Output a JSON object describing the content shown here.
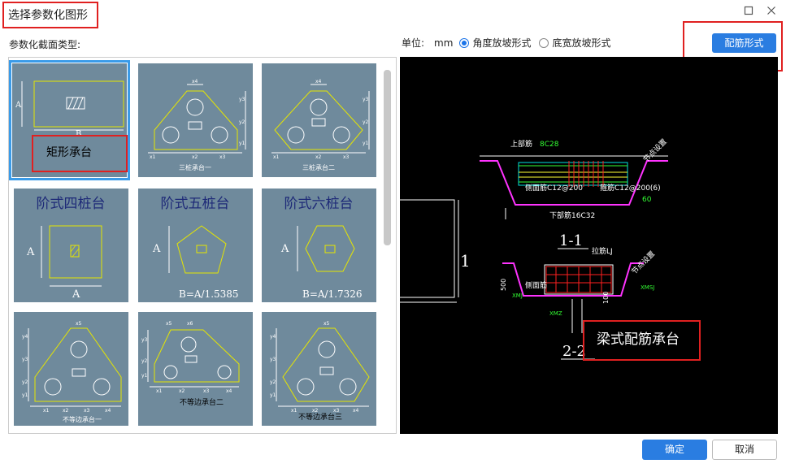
{
  "window": {
    "title": "选择参数化图形",
    "restore_icon": "restore-icon",
    "close_icon": "close-icon"
  },
  "section_label": "参数化截面类型:",
  "units": {
    "label": "单位:",
    "value": "mm",
    "options": [
      {
        "label": "角度放坡形式",
        "selected": true
      },
      {
        "label": "底宽放坡形式",
        "selected": false
      }
    ]
  },
  "rebar_button": "配筋形式",
  "tiles": [
    {
      "name": "矩形承台",
      "selected": true,
      "labels": [
        "A",
        "B"
      ]
    },
    {
      "name": "三桩承台一",
      "labels": [
        "x4",
        "y3",
        "y2",
        "y1",
        "x1",
        "x2",
        "x3"
      ]
    },
    {
      "name": "三桩承台二",
      "labels": [
        "x4",
        "y3",
        "y2",
        "y1",
        "x1",
        "x2",
        "x3"
      ]
    },
    {
      "name": "阶式四桩台",
      "labels": [
        "A",
        "A"
      ]
    },
    {
      "name": "阶式五桩台",
      "labels": [
        "A",
        "B=A/1.5385"
      ]
    },
    {
      "name": "阶式六桩台",
      "labels": [
        "A",
        "B=A/1.7326"
      ]
    },
    {
      "name": "不等边承台一",
      "labels": [
        "x5",
        "y4",
        "y3",
        "y2",
        "y1",
        "x1",
        "x2",
        "x3",
        "x4"
      ]
    },
    {
      "name": "不等边承台二",
      "labels": [
        "x5",
        "x6",
        "y3",
        "y2",
        "y1",
        "x1",
        "x2",
        "x3",
        "x4"
      ]
    },
    {
      "name": "不等边承台三",
      "labels": [
        "x5",
        "y4",
        "y3",
        "y2",
        "y1",
        "x1",
        "x2",
        "x3",
        "x4"
      ]
    }
  ],
  "preview": {
    "section1": {
      "title": "1-1",
      "top_bar": "上部筋",
      "top_spec": "8C28",
      "side_bar": "侧面筋C12@200",
      "stirrup": "箍筋C12@200(6)",
      "bottom_bar": "下部筋16C32",
      "tag": "节点设置",
      "angle": "60"
    },
    "section2": {
      "title": "2-2",
      "tie": "拉筋LJ",
      "side_bar": "侧面筋",
      "left_tag": "XMJ",
      "right_tag": "XMSJ",
      "bottom_tag": "XMZ",
      "depth": "500",
      "depth2": "100",
      "tag": "节点设置"
    },
    "side_label": "1",
    "caption": "梁式配筋承台"
  },
  "buttons": {
    "ok": "确定",
    "cancel": "取消"
  }
}
